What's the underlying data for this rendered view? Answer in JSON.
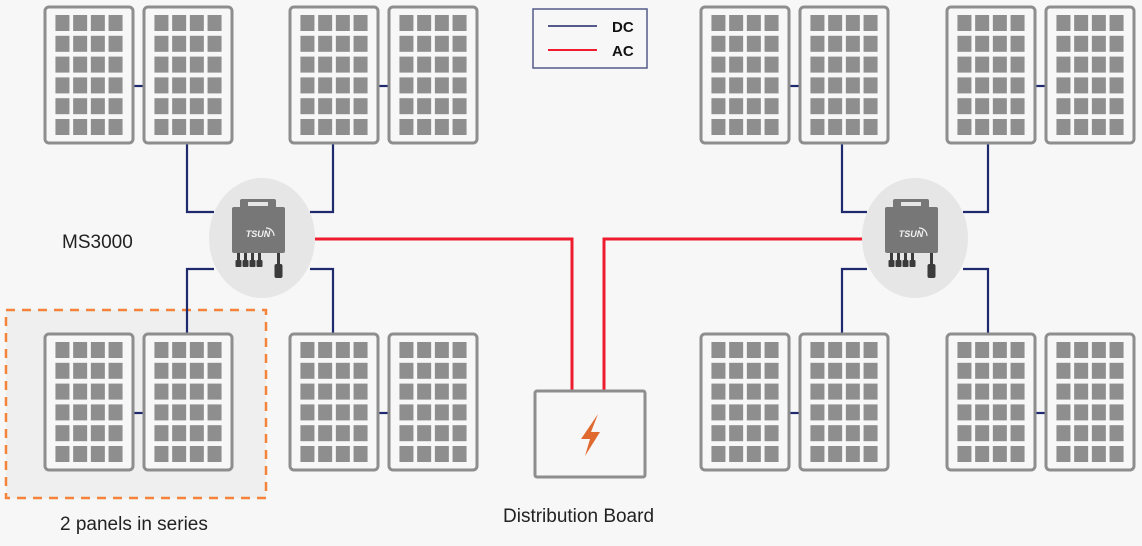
{
  "legend": {
    "items": [
      {
        "label": "DC",
        "color": "#1f2a6e"
      },
      {
        "label": "AC",
        "color": "#ee1c2e"
      }
    ]
  },
  "labels": {
    "inverter_model": "MS3000",
    "series_note": "2 panels in series",
    "distribution_board": "Distribution Board"
  },
  "inverter": {
    "brand": "TSUN",
    "count": 2
  },
  "panels": {
    "cell_rows": 6,
    "cell_cols": 4,
    "total": 16
  },
  "colors": {
    "dc_line": "#1f2a6e",
    "ac_line": "#ee1c2e",
    "panel_stroke": "#8e8e8e",
    "panel_cell": "#8e8e8e",
    "highlight_dash": "#f5843a",
    "bolt": "#e0692f",
    "inverter_bg": "#e6e6e6",
    "inverter_body": "#777777"
  }
}
